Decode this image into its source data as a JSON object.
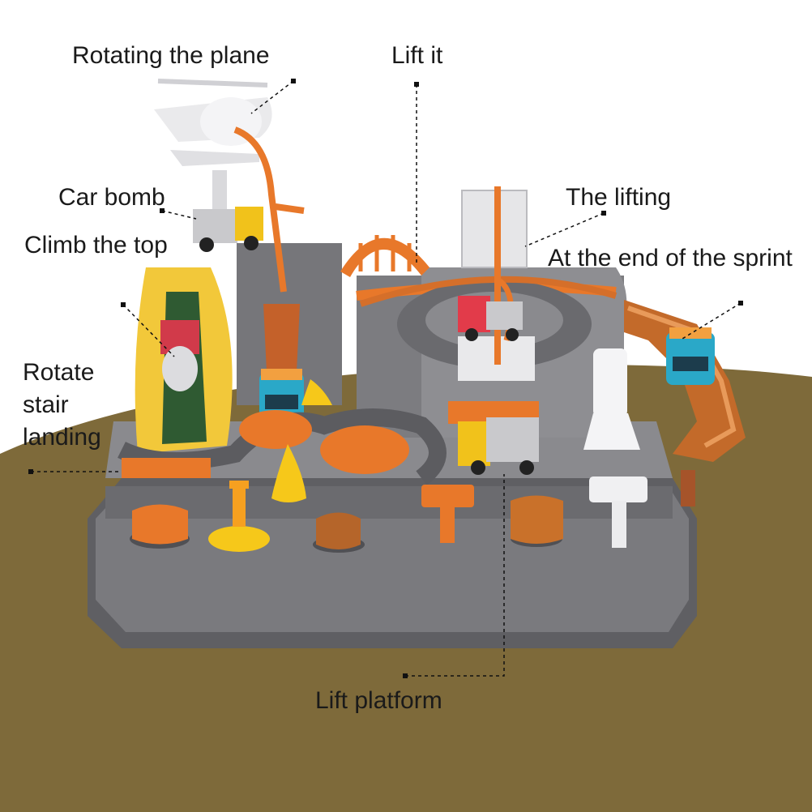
{
  "labels": {
    "rotating_the_plane": "Rotating the plane",
    "lift_it": "Lift it",
    "car_bomb": "Car bomb",
    "climb_the_top": "Climb the top",
    "the_lifting": "The lifting",
    "at_the_end_of_the_sprint": "At the end of the sprint",
    "rotate_stair_landing": "Rotate\nstair\nlanding",
    "lift_platform": "Lift platform"
  },
  "colors": {
    "background": "#ffffff",
    "ground": "#7e6a3a",
    "track_gray": "#6f6f72",
    "track_orange": "#e8782a",
    "ramp_yellow": "#f2c83a",
    "bus_blue": "#2aa8c8",
    "truck_yellow": "#f1c21b",
    "label_text": "#1a1a1a"
  }
}
